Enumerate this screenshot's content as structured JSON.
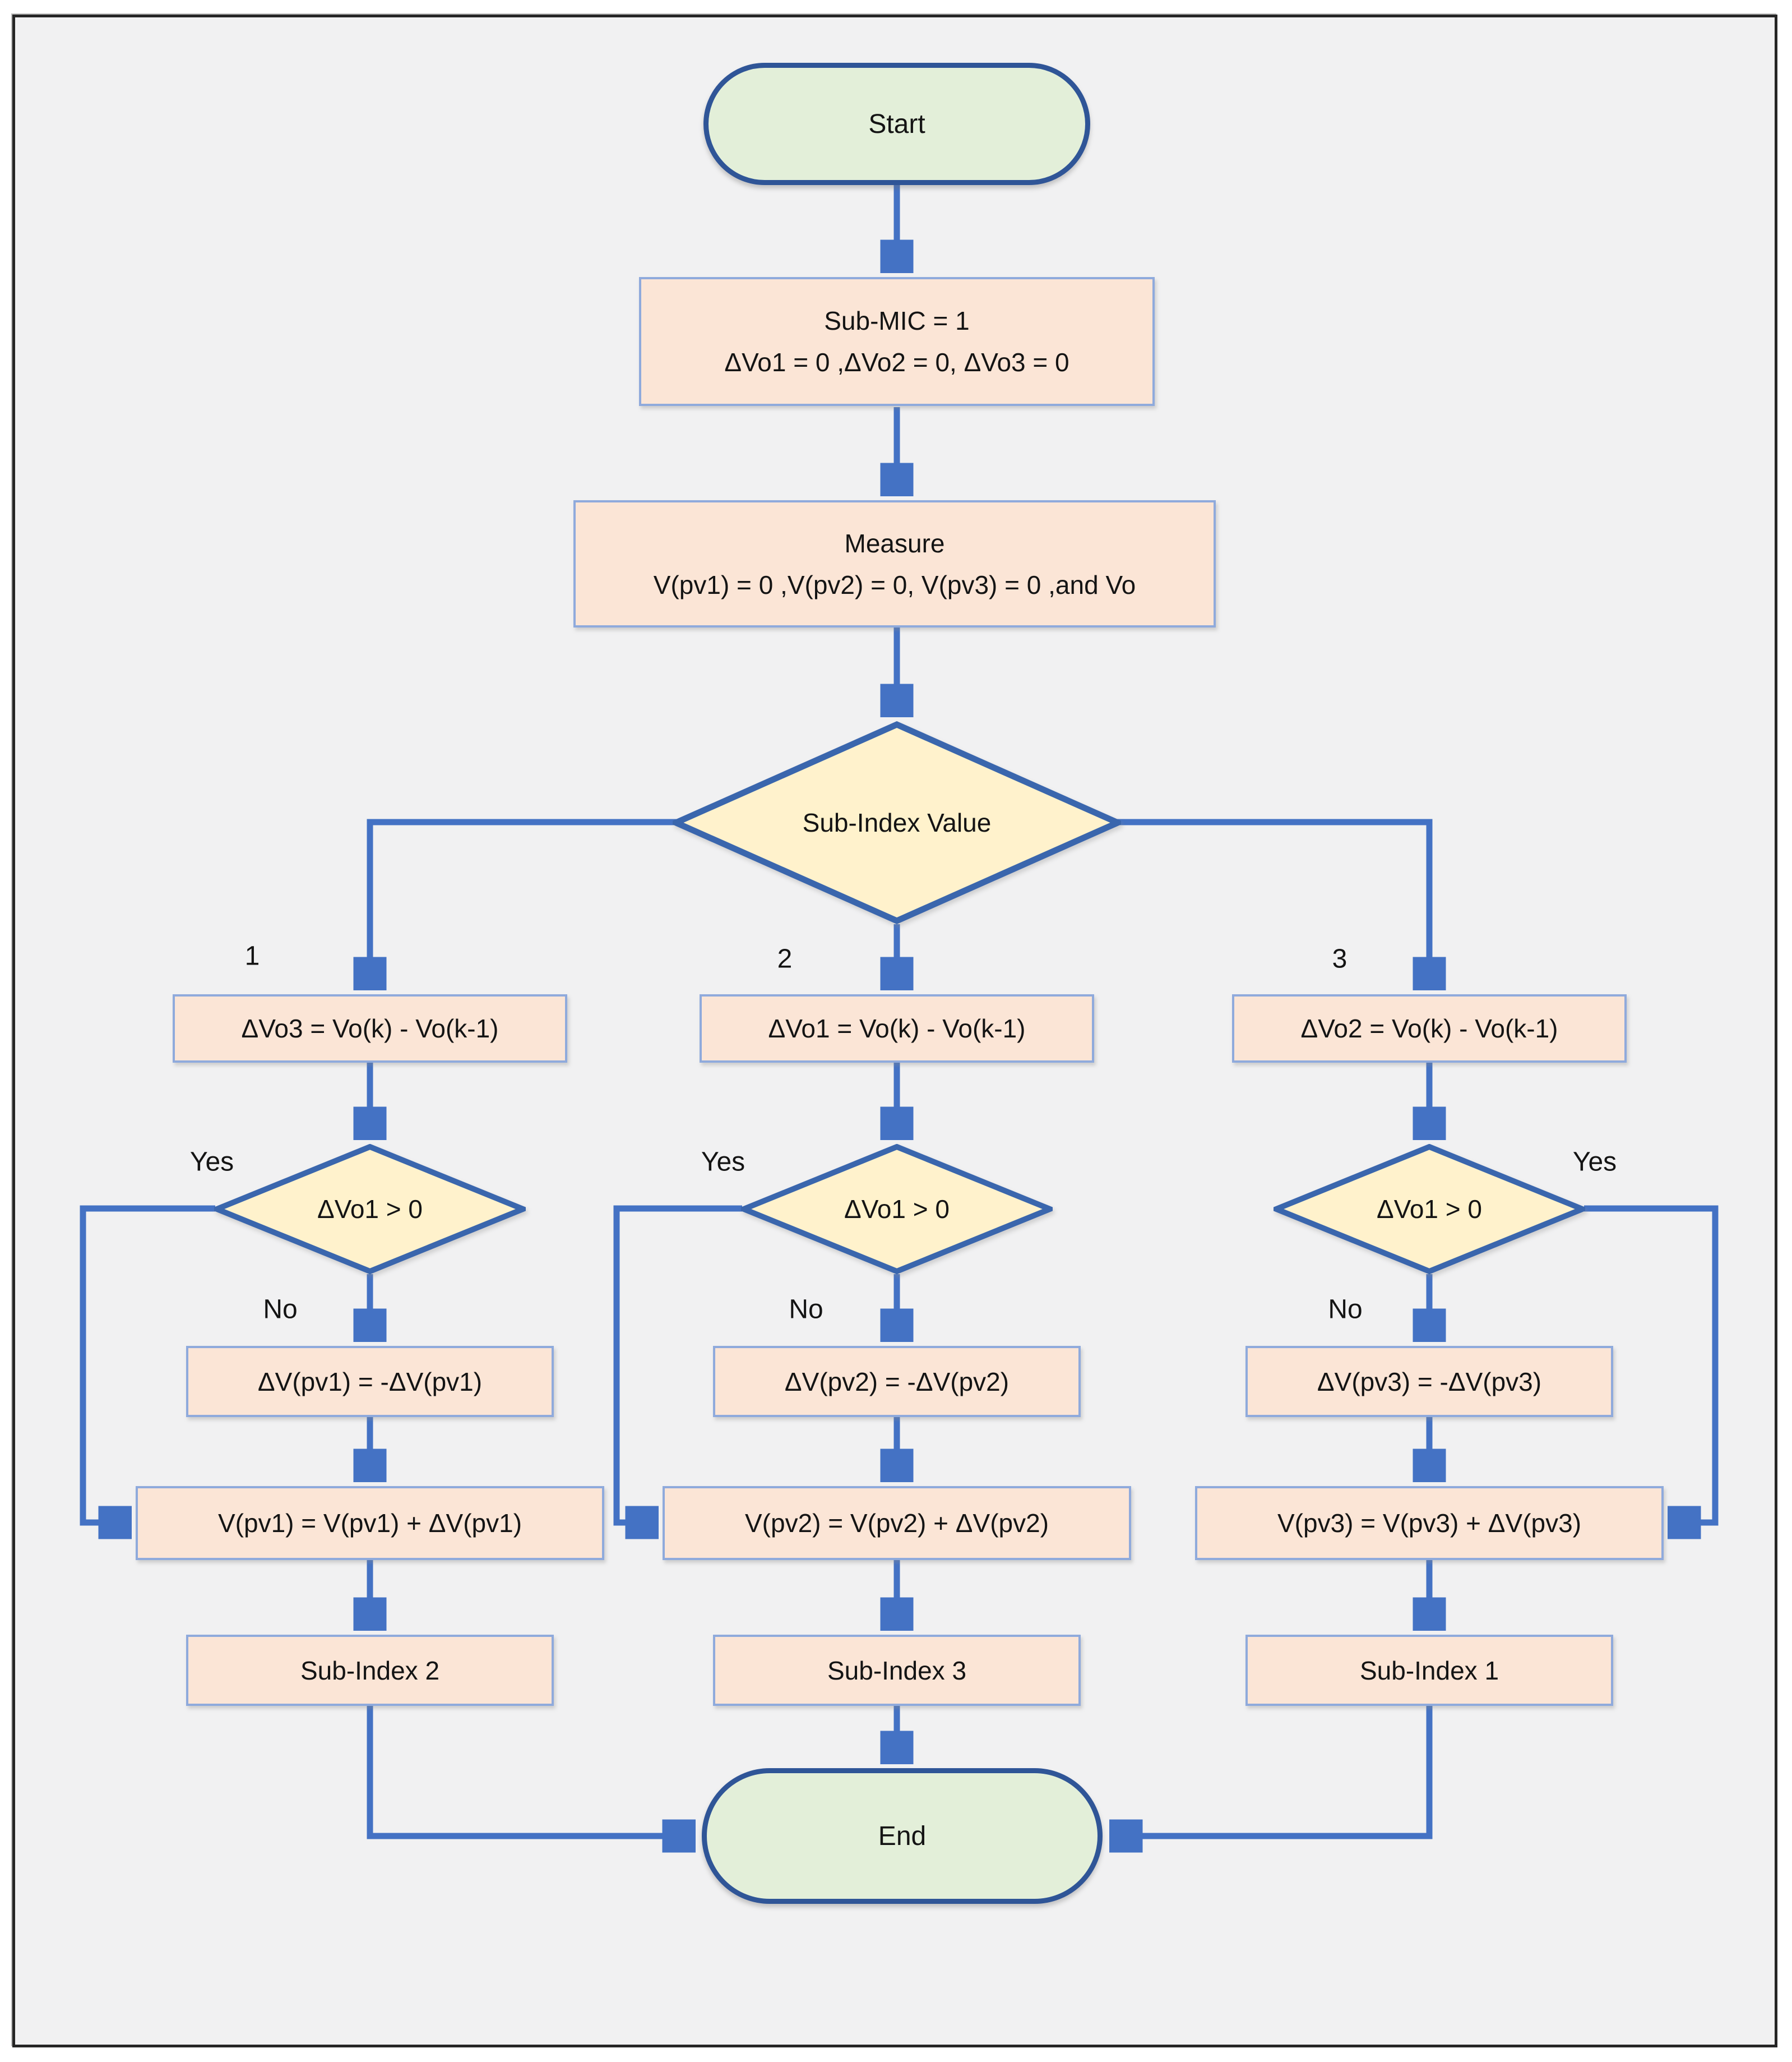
{
  "colors": {
    "connector": "#4472C4",
    "terminal_fill": "#E3EFD9",
    "terminal_border": "#2F5597",
    "process_fill": "#FBE5D6",
    "process_border": "#8FAADC",
    "decision_fill": "#FFF2CC",
    "decision_border": "#3A66AD",
    "background": "#F1F1F2"
  },
  "nodes": {
    "start": "Start",
    "init": {
      "line1": "Sub-MIC = 1",
      "line2": "ΔVo1 = 0 ,ΔVo2 = 0, ΔVo3 = 0"
    },
    "measure": {
      "line1": "Measure",
      "line2": "V(pv1) = 0 ,V(pv2) = 0, V(pv3) = 0 ,and Vo"
    },
    "decision": "Sub-Index Value",
    "end": "End"
  },
  "branches": [
    {
      "case": "1",
      "delta": "ΔVo3 = Vo(k) - Vo(k-1)",
      "decision": "ΔVo1 > 0",
      "yes": "Yes",
      "no": "No",
      "negate": "ΔV(pv1) = -ΔV(pv1)",
      "update": "V(pv1) = V(pv1) + ΔV(pv1)",
      "subindex": "Sub-Index 2"
    },
    {
      "case": "2",
      "delta": "ΔVo1 = Vo(k) - Vo(k-1)",
      "decision": "ΔVo1 > 0",
      "yes": "Yes",
      "no": "No",
      "negate": "ΔV(pv2) = -ΔV(pv2)",
      "update": "V(pv2) = V(pv2) + ΔV(pv2)",
      "subindex": "Sub-Index 3"
    },
    {
      "case": "3",
      "delta": "ΔVo2 = Vo(k) - Vo(k-1)",
      "decision": "ΔVo1 > 0",
      "yes": "Yes",
      "no": "No",
      "negate": "ΔV(pv3) = -ΔV(pv3)",
      "update": "V(pv3) = V(pv3) + ΔV(pv3)",
      "subindex": "Sub-Index 1"
    }
  ]
}
